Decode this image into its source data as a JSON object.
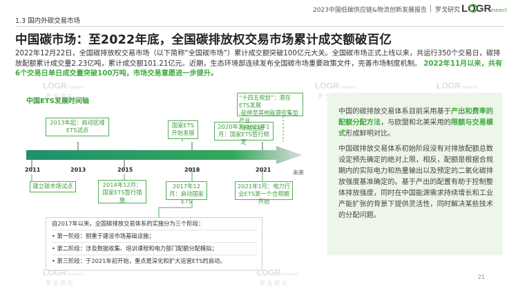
{
  "header": {
    "title": "2023中国低碳供应链&物流创新发展报告",
    "brand": "罗戈研究",
    "logo_text": "LOGR",
    "logo_sub": "research"
  },
  "section": {
    "label": "1.3 国内外碳交易市场"
  },
  "headline": "中国碳市场：至2022年底，全国碳排放权交易市场累计成交额破百亿",
  "intro": {
    "body": "2022年12月22日，全国碳排放权交易市场（以下简称“全国碳市场”）累计成交额突破100亿元大关。全国碳市场正式上线以来，共运行350个交易日，碳排放配额累计成交量2.23亿吨，累计成交额101.21亿元。近期，生态环境部连续发布全国碳市场重要政策文件，完善市场制度机制。",
    "highlight": "2022年11月以来，共有6个交易日单日成交量突破100万吨，市场交易意愿进一步提升。"
  },
  "timeline": {
    "heading": "中国ETS发展时间轴",
    "years": [
      "2011",
      "2013",
      "2015",
      "2018",
      "2021",
      "未来"
    ],
    "events_top": [
      "2013年起：启动区域ETS试点",
      "国家ETS开始发展",
      "2020年末/2021年1月：国家ETS暂行规定"
    ],
    "plan_box": [
      "“十四五规划”：潜在ETS发展",
      "-延伸至其他能源密集型产业",
      "-津贴拍卖"
    ],
    "events_bottom": [
      "建立碳市场试点",
      "2014年12月：国家ETS暂行措施",
      "2017年12月：启动国家ETS",
      "2021年1月：电力行业ETS第一个合规期开始"
    ],
    "stages": {
      "title": "自2017年以来，全国碳排放交易体系的实施分为三个阶段：",
      "items": [
        "• 第一阶段：侧重于建设市场基础设施；",
        "• 第二阶段：涉及数据收集、培训课程和电力部门配额分配模拟；",
        "• 第三阶段：于2021年初开始，重点是深化和扩大运营ETS的启动。"
      ]
    }
  },
  "right_panel": {
    "p1_pre": "中国的碳排放交易体系目前采用基于",
    "p1_hl1": "产出和费率的配额分配方法",
    "p1_mid": "，与欧盟和北美采用的",
    "p1_hl2": "限额与交易模式",
    "p1_post": "形成鲜明对比。",
    "p2": "中国碳排放交易体系初始阶段没有对排放配额总数设定预先确定的绝对上限，相反，配额是根据合规期内的实际电力和热量输出以及预定的二氧化碳排放强度基准确定的。基于产出的配置有助于控制整体排放强度，同时在中国能源需求持续增长和工业产能扩张的背景下提供灵活性，同时解决某些技术的分配问题。"
  },
  "page_number": "21",
  "watermark": {
    "logo": "LOGR",
    "sub": "research",
    "cn": "罗 戈 研 究"
  },
  "colors": {
    "accent": "#3faa3f",
    "panel_bg": "#eef6ea",
    "axis": "#2e9e5b"
  }
}
